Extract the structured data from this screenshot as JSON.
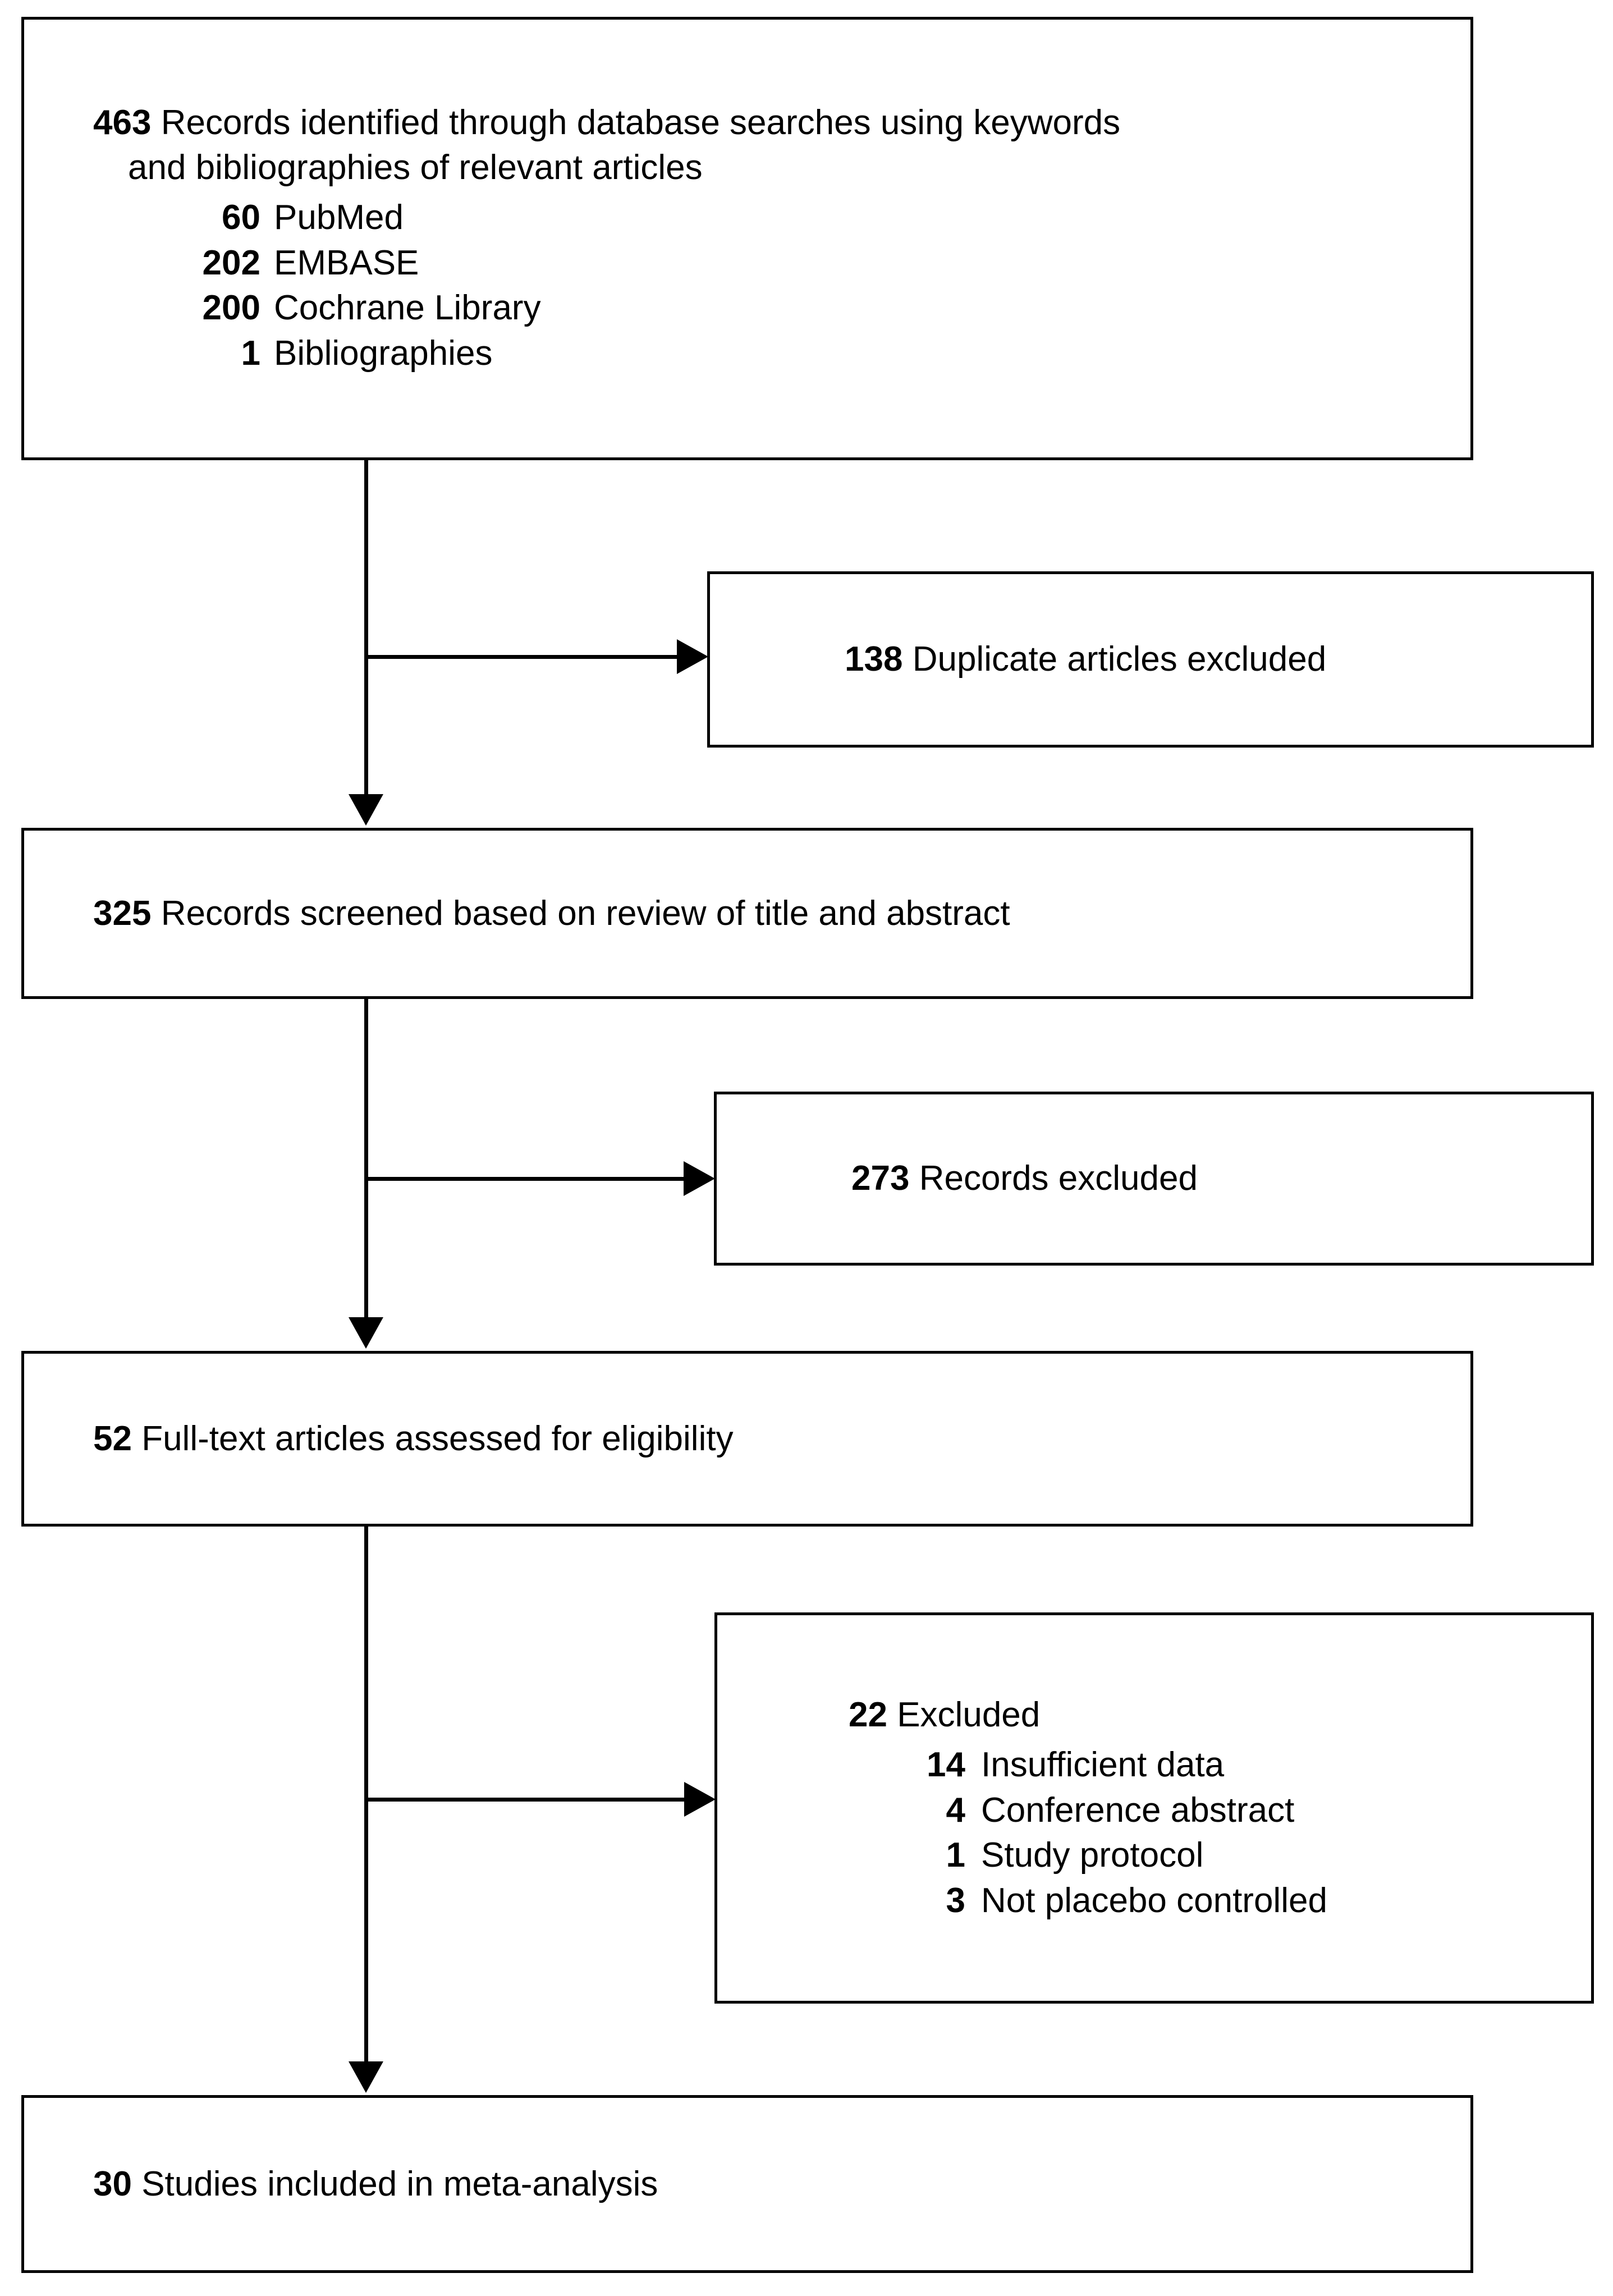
{
  "diagram": {
    "type": "prisma-flow-diagram",
    "colors": {
      "stroke": "#000000",
      "background": "#ffffff",
      "text": "#000000"
    }
  },
  "boxes": {
    "identified": {
      "count": "463",
      "text": "Records identified through database searches using keywords",
      "continuation": "and bibliographies of relevant articles",
      "sources": [
        {
          "count": "60",
          "label": "PubMed"
        },
        {
          "count": "202",
          "label": "EMBASE"
        },
        {
          "count": "200",
          "label": "Cochrane Library"
        },
        {
          "count": "1",
          "label": "Bibliographies"
        }
      ]
    },
    "duplicates_excluded": {
      "count": "138",
      "text": "Duplicate articles excluded"
    },
    "screened": {
      "count": "325",
      "text": "Records screened based on review of title and abstract"
    },
    "records_excluded": {
      "count": "273",
      "text": "Records excluded"
    },
    "fulltext_assessed": {
      "count": "52",
      "text": "Full-text articles assessed for eligibility"
    },
    "fulltext_excluded": {
      "count": "22",
      "text": "Excluded",
      "reasons": [
        {
          "count": "14",
          "label": "Insufficient data"
        },
        {
          "count": "4",
          "label": "Conference abstract"
        },
        {
          "count": "1",
          "label": "Study protocol"
        },
        {
          "count": "3",
          "label": "Not placebo controlled"
        }
      ]
    },
    "included": {
      "count": "30",
      "text": "Studies included in meta-analysis"
    }
  }
}
